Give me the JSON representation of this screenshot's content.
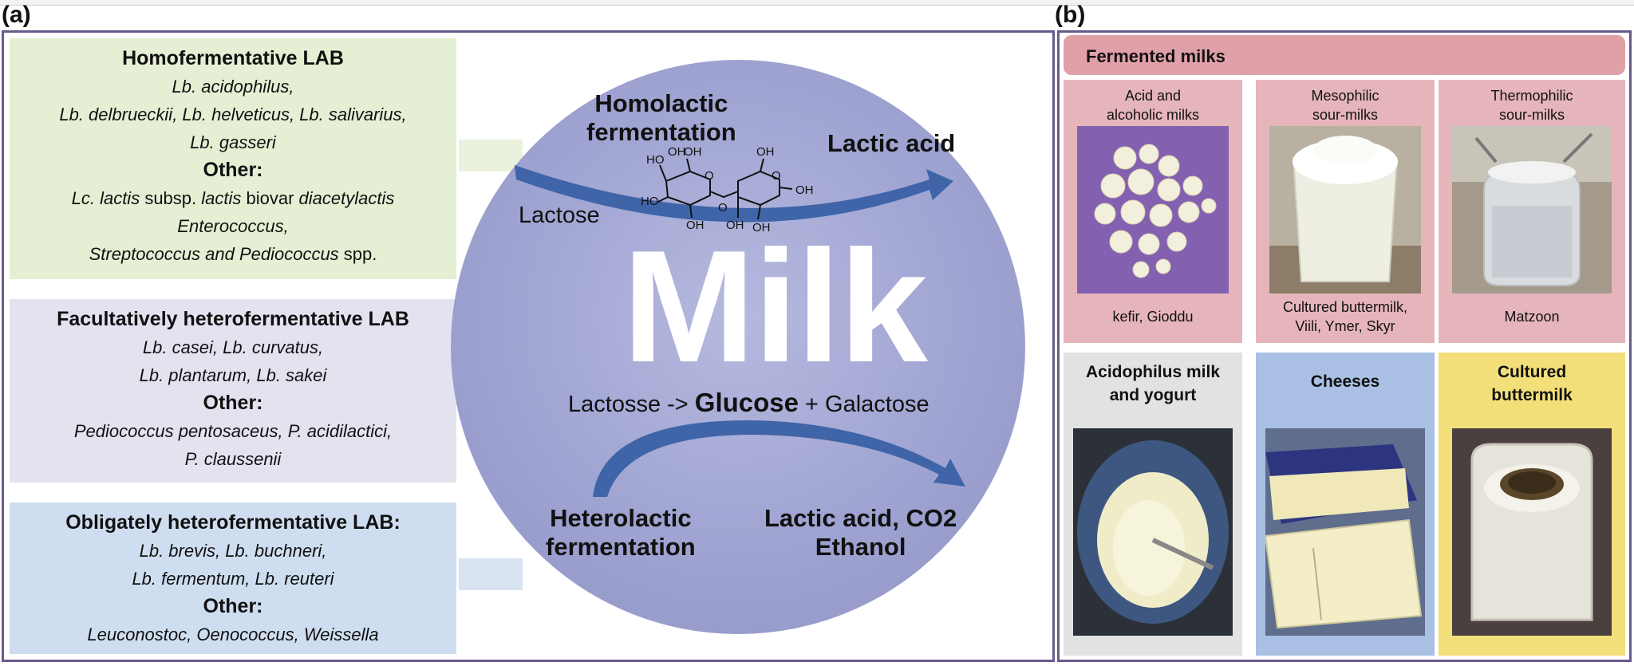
{
  "panel_a_label": "(a)",
  "panel_b_label": "(b)",
  "homofermentative": {
    "title": "Homofermentative LAB",
    "lines": [
      "Lb. acidophilus,",
      "Lb. delbrueckii, Lb. helveticus, Lb. salivarius,",
      "Lb. gasseri"
    ],
    "other_label": "Other:",
    "other_line1_prefix": "Lc. lactis",
    "other_line1_mid": " subsp. ",
    "other_line1_mid2": "lactis",
    "other_line1_mid3": " biovar ",
    "other_line1_suffix": "diacetylactis",
    "other_line2": "Enterococcus,",
    "other_line3_italic": "Streptococcus and Pediococcus",
    "other_line3_plain": " spp."
  },
  "facultative": {
    "title": "Facultatively heterofermentative LAB",
    "lines": [
      "Lb. casei,  Lb. curvatus,",
      "Lb. plantarum, Lb. sakei"
    ],
    "other_label": "Other:",
    "other_lines": [
      "Pediococcus pentosaceus, P. acidilactici,",
      "P. claussenii"
    ]
  },
  "obligate": {
    "title": "Obligately heterofermentative LAB:",
    "lines": [
      "Lb. brevis, Lb. buchneri,",
      "Lb. fermentum, Lb. reuteri"
    ],
    "other_label": "Other:",
    "other_lines": [
      "Leuconostoc, Oenococcus, Weissella"
    ]
  },
  "circle": {
    "homolactic_line1": "Homolactic",
    "homolactic_line2": "fermentation",
    "lactic_acid": "Lactic acid",
    "lactose": "Lactose",
    "milk": "Milk",
    "equation_prefix": "Lactosse -> ",
    "equation_glucose": "Glucose",
    "equation_suffix": " + Galactose",
    "heterolactic_line1": "Heterolactic",
    "heterolactic_line2": "fermentation",
    "products_line1": "Lactic acid, CO2",
    "products_line2": "Ethanol",
    "molecule_labels": [
      "HO",
      "OH",
      "OH",
      "HO",
      "OH",
      "O",
      "HO",
      "O",
      "OH",
      "OH",
      "O",
      "OH",
      "OH"
    ]
  },
  "fermented_milks": {
    "header": "Fermented milks",
    "cards": [
      {
        "title_lines": [
          "Acid and",
          "alcoholic milks"
        ],
        "caption_lines": [
          "kefir, Gioddu"
        ]
      },
      {
        "title_lines": [
          "Mesophilic",
          "sour-milks"
        ],
        "caption_lines": [
          "Cultured buttermilk,",
          "Viili, Ymer, Skyr"
        ]
      },
      {
        "title_lines": [
          "Thermophilic",
          "sour-milks"
        ],
        "caption_lines": [
          "Matzoon"
        ]
      }
    ]
  },
  "bottom_cards": [
    {
      "title_lines": [
        "Acidophilus milk",
        "and yogurt"
      ]
    },
    {
      "title_lines": [
        "Cheeses"
      ]
    },
    {
      "title_lines": [
        "Cultured",
        "buttermilk"
      ]
    }
  ],
  "colors": {
    "homo_bg": "#e5efd4",
    "facultative_bg": "#e3e3f0",
    "obligate_bg": "#cfddf0",
    "circle": "#a3a7d4",
    "arrow": "#3f64a8",
    "fermented_bg": "#e6b5bb",
    "acidophilus_bg": "#e2e2e2",
    "cheeses_bg": "#a9c0e4",
    "buttermilk_bg": "#f3df7a"
  }
}
